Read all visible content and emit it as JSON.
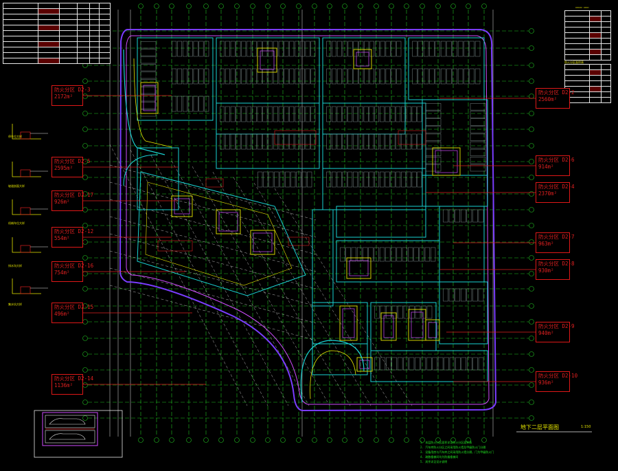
{
  "colors": {
    "background": "#000000",
    "grid": "#22c322",
    "wall": "#19d3d3",
    "boundary": "#7a3cff",
    "outline": "#d04cff",
    "label": "#e02020",
    "text": "#e8e800",
    "white": "#e8e8e8"
  },
  "drawing": {
    "title": "地下二层平面图",
    "scale": "1:150"
  },
  "zones_left": [
    {
      "name": "防火分区 D2-3",
      "area": "2172m²"
    },
    {
      "name": "防火分区 D2-5",
      "area": "2595m²"
    },
    {
      "name": "防火分区 D2-17",
      "area": "926m²"
    },
    {
      "name": "防火分区 D2-12",
      "area": "554m²"
    },
    {
      "name": "防火分区 D2-16",
      "area": "754m²"
    },
    {
      "name": "防火分区 D2-15",
      "area": "496m²"
    },
    {
      "name": "防火分区 D2-14",
      "area": "1136m²"
    }
  ],
  "zones_right": [
    {
      "name": "防火分区 D2-2",
      "area": "2560m²"
    },
    {
      "name": "防火分区 D2-6",
      "area": "914m²"
    },
    {
      "name": "防火分区 D2-4",
      "area": "2370m²"
    },
    {
      "name": "防火分区 D2-7",
      "area": "963m²"
    },
    {
      "name": "防火分区 D2-8",
      "area": "930m²"
    },
    {
      "name": "防火分区 D2-9",
      "area": "940m²"
    },
    {
      "name": "防火分区 D2-10",
      "area": "936m²"
    }
  ],
  "top_left_table": {
    "rows": 11,
    "cols": 6
  },
  "top_right_tables": {
    "table1_rows": 9,
    "table2_rows": 7,
    "table2_title": "防火分区面积表"
  },
  "notes": [
    "1. 本层防火分区面积详见防火分区面积表",
    "2. 汽车库防火分区之间采用防火墙及甲级防火门分隔",
    "3. 设备用房与汽车库之间采用防火墙分隔，门为甲级防火门",
    "4. 疏散楼梯间均为防烟楼梯间",
    "5. 其余详见设计说明"
  ],
  "detail_labels": [
    "停车位大样",
    "坡道剖面大样",
    "机械车位大样",
    "排水沟大样",
    "集水坑大样"
  ]
}
